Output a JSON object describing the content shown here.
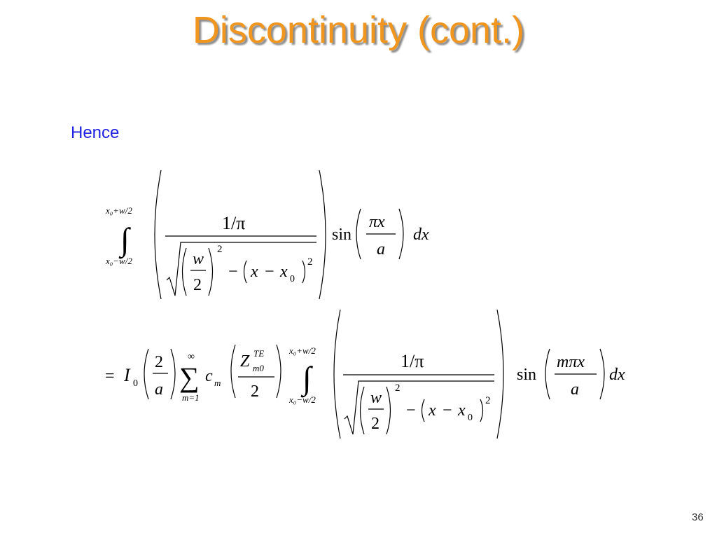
{
  "slide": {
    "title": "Discontinuity (cont.)",
    "hence": "Hence",
    "page_number": "36"
  },
  "colors": {
    "title": "#F0961E",
    "hence": "#1F1FE0"
  },
  "equation1": {
    "int_upper": "x₀+w/2",
    "int_lower": "x₀−w/2",
    "numer": "1/π",
    "sqrt_inner_frac_num": "w",
    "sqrt_inner_frac_den": "2",
    "exp": "2",
    "minus": "−",
    "x": "x",
    "minus2": "−",
    "x0": "x",
    "x0_sub": "0",
    "exp2": "2",
    "sin": "sin",
    "arg_num": "πx",
    "arg_den": "a",
    "dx": "dx"
  },
  "equation2": {
    "equals": "=",
    "I": "I",
    "I_sub": "0",
    "frac_num": "2",
    "frac_den": "a",
    "sum_upper": "∞",
    "sum_lower": "m=1",
    "c": "c",
    "c_sub": "m",
    "Z": "Z",
    "Z_sup": "TE",
    "Z_sub": "m0",
    "Z_den": "2",
    "int_upper": "x₀+w/2",
    "int_lower": "x₀−w/2",
    "numer": "1/π",
    "sqrt_inner_frac_num": "w",
    "sqrt_inner_frac_den": "2",
    "exp": "2",
    "minus": "−",
    "x": "x",
    "minus2": "−",
    "x0": "x",
    "x0_sub": "0",
    "exp2": "2",
    "sin": "sin",
    "arg_num": "mπx",
    "arg_den": "a",
    "dx": "dx"
  }
}
